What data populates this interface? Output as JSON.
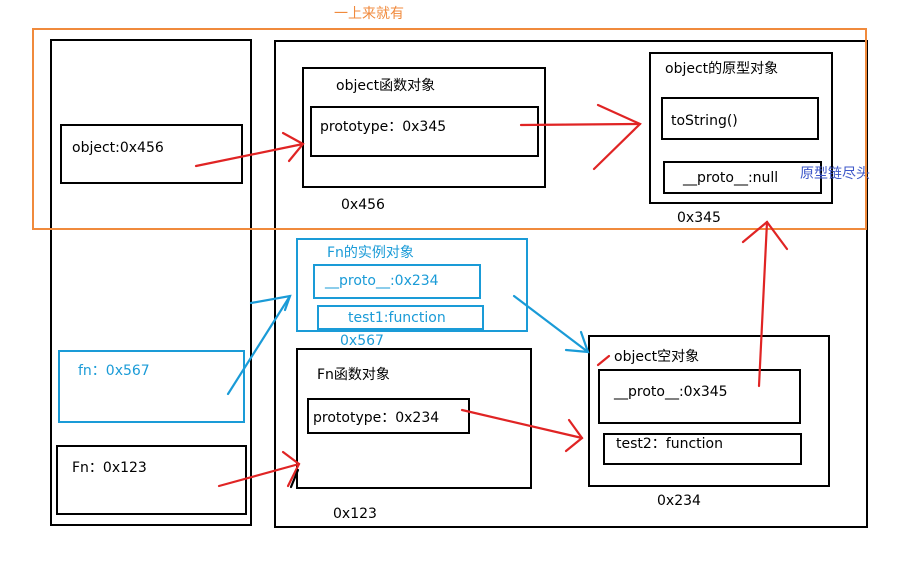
{
  "top_note": "一上来就有",
  "stack": {
    "object_var": "object:0x456",
    "fn_var": "fn：0x567",
    "Fn_var": "Fn：0x123"
  },
  "object_func": {
    "title": "object函数对象",
    "prototype": "prototype：0x345",
    "address": "0x456"
  },
  "object_proto": {
    "title": "object的原型对象",
    "tostring": "toString()",
    "proto": "__proto__:null",
    "address": "0x345",
    "chain_end_note": "原型链尽头"
  },
  "fn_instance": {
    "title": "Fn的实例对象",
    "proto": "__proto__:0x234",
    "test1": "test1:function",
    "address": "0x567"
  },
  "Fn_func": {
    "title": "Fn函数对象",
    "prototype": "prototype：0x234",
    "address": "0x123"
  },
  "object_empty": {
    "title": "object空对象",
    "proto": "__proto__:0x345",
    "test2": "test2：function",
    "address": "0x234"
  },
  "colors": {
    "frame": "#000000",
    "arrow_red": "#e02424",
    "arrow_blue": "#1a9bd7",
    "highlight_orange": "#f08a3c",
    "note_blue": "#3d57c8"
  }
}
